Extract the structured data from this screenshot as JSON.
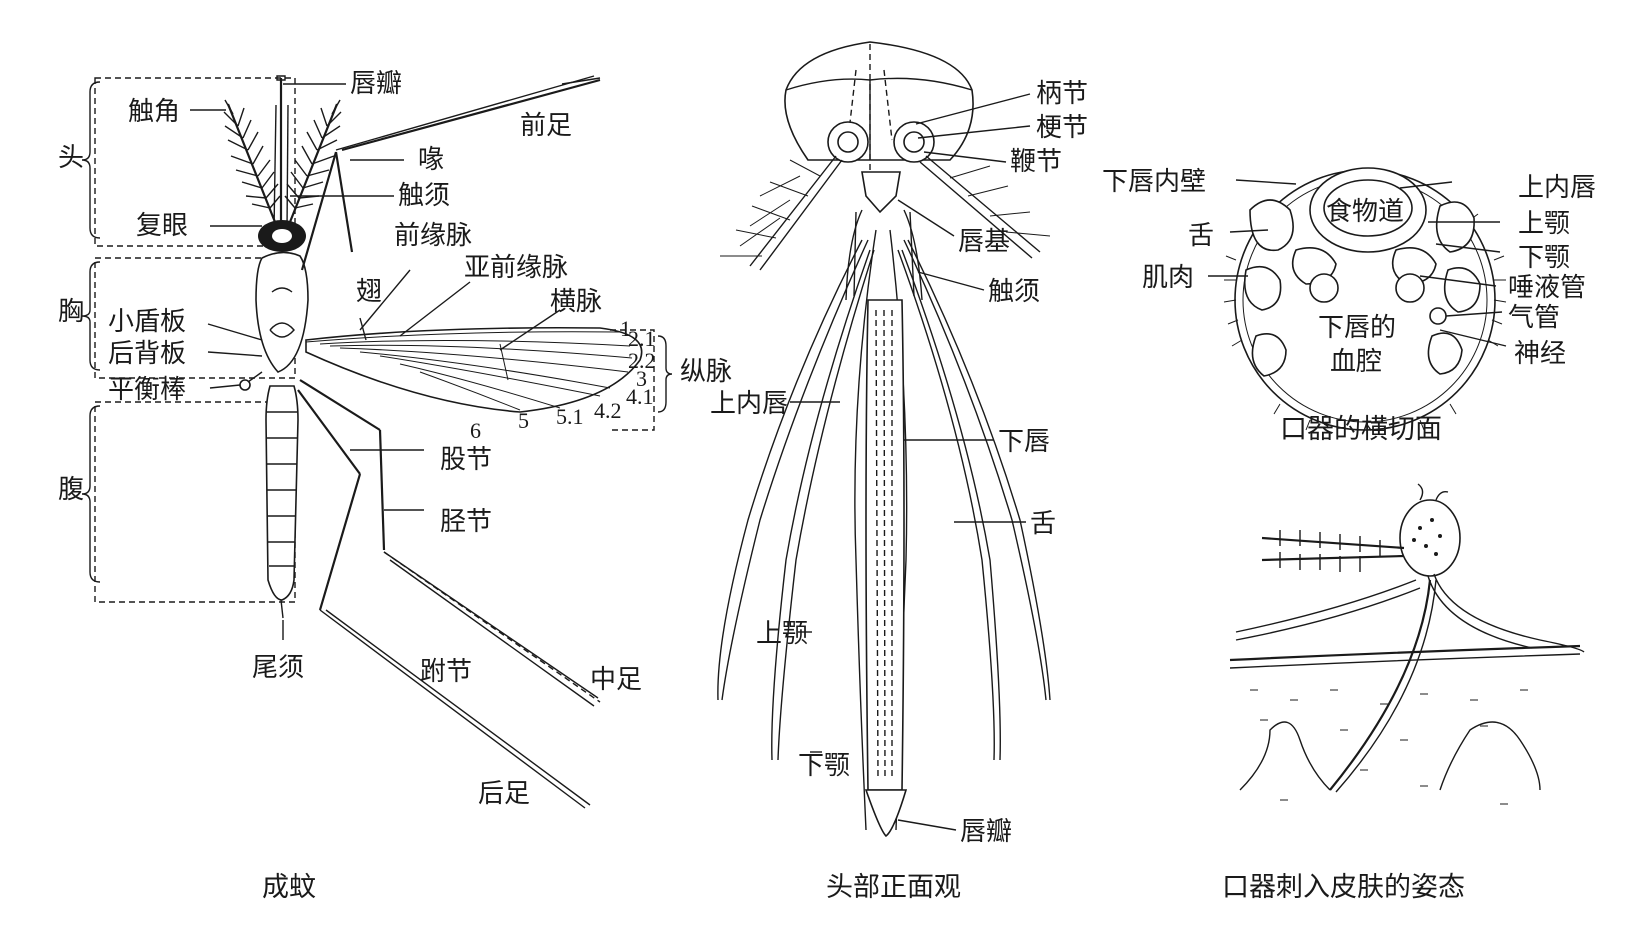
{
  "adult": {
    "caption": "成蚊",
    "head": "头",
    "thorax": "胸",
    "abdomen": "腹",
    "antenna": "触角",
    "compound_eye": "复眼",
    "labella": "唇瓣",
    "proboscis": "喙",
    "palp": "触须",
    "foreleg": "前足",
    "costa": "前缘脉",
    "subcosta": "亚前缘脉",
    "wing": "翅",
    "crossvein": "横脉",
    "scutellum": "小盾板",
    "postnotum": "后背板",
    "halter": "平衡棒",
    "longitudinal_veins": "纵脉",
    "vein_numbers": [
      "1",
      "2.1",
      "2.2",
      "3",
      "4.1",
      "4.2",
      "5.1",
      "5",
      "6"
    ],
    "femur": "股节",
    "tibia": "胫节",
    "tarsus": "跗节",
    "midleg": "中足",
    "hindleg": "后足",
    "cercus": "尾须"
  },
  "head_front": {
    "caption": "头部正面观",
    "scape": "柄节",
    "pedicel": "梗节",
    "flagellum": "鞭节",
    "clypeus": "唇基",
    "palp": "触须",
    "labrum": "上内唇",
    "labium": "下唇",
    "hypopharynx": "舌",
    "mandible": "上颚",
    "maxilla": "下颚",
    "labella": "唇瓣"
  },
  "cross_section": {
    "caption": "口器的横切面",
    "labium_wall": "下唇内壁",
    "labrum": "上内唇",
    "food_canal": "食物道",
    "hypopharynx": "舌",
    "mandible": "上颚",
    "maxilla": "下颚",
    "muscle": "肌肉",
    "salivary_duct": "唾液管",
    "trachea": "气管",
    "nerve": "神经",
    "labial_cavity_1": "下唇的",
    "labial_cavity_2": "血腔"
  },
  "piercing": {
    "caption": "口器刺入皮肤的姿态"
  }
}
